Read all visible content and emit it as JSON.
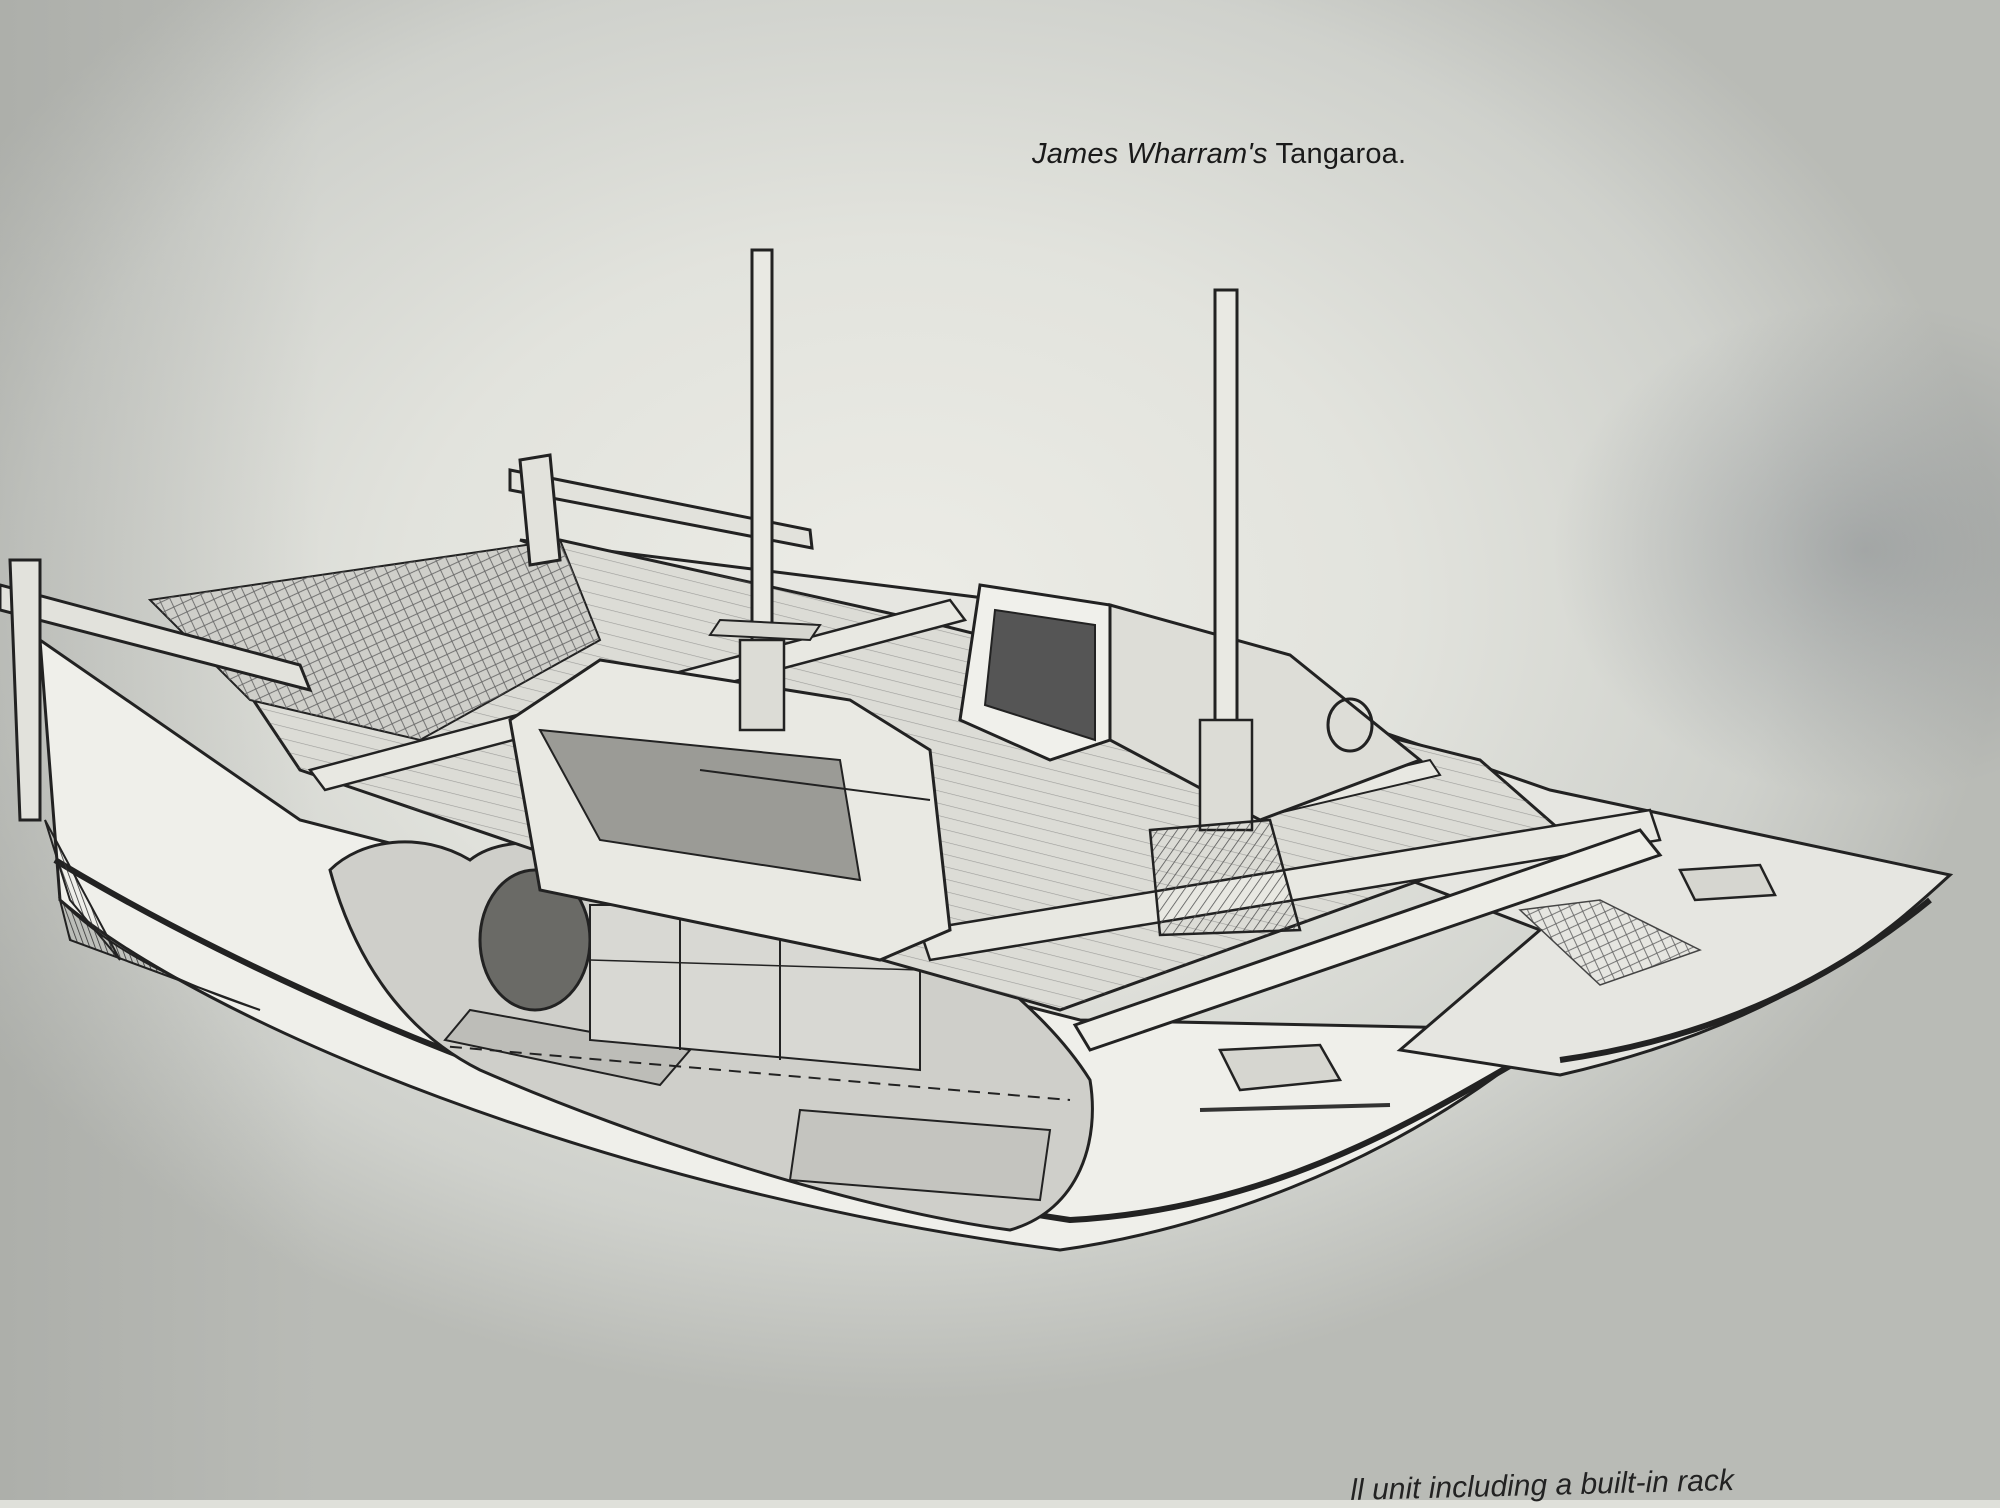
{
  "caption": {
    "designer": "James Wharram's",
    "boat_name": "Tangaroa."
  },
  "footer": {
    "partial_text": "ll unit including a built-in rack"
  }
}
